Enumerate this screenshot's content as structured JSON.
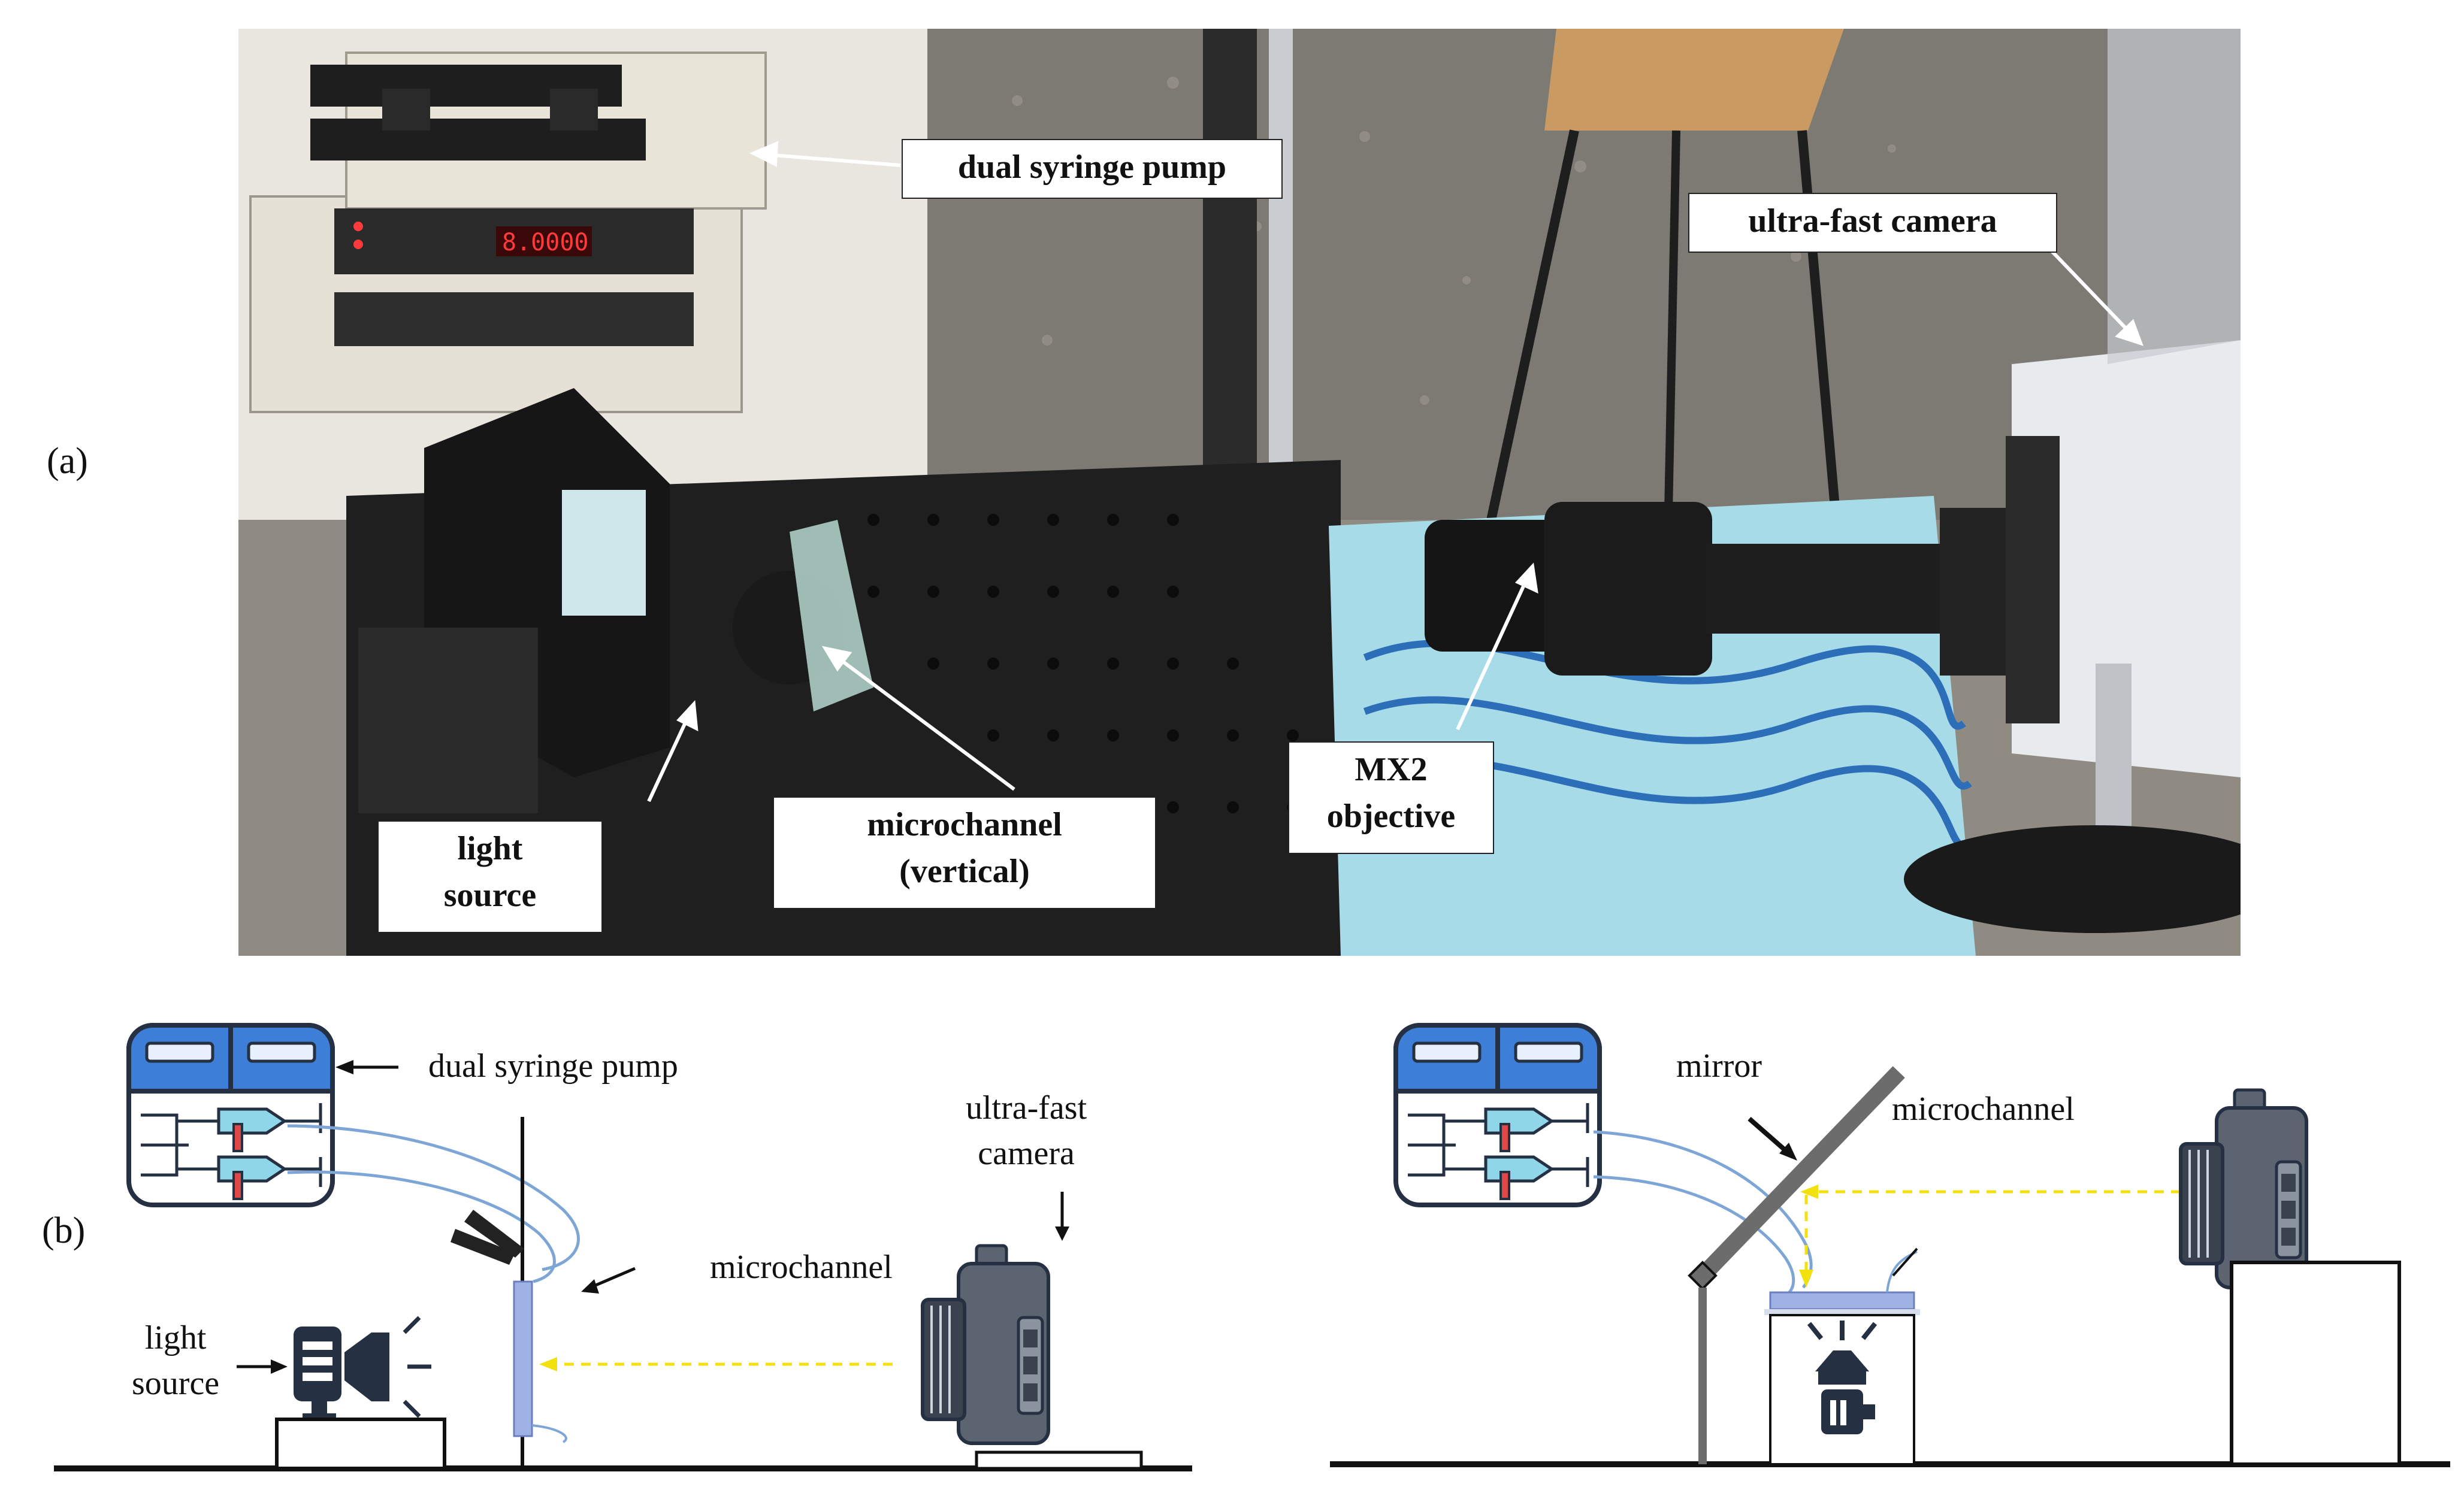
{
  "panels": {
    "a": {
      "label": "(a)"
    },
    "b": {
      "label": "(b)"
    }
  },
  "photo": {
    "callouts": {
      "pump": "dual syringe pump",
      "camera": "ultra-fast camera",
      "objective_line1": "MX2",
      "objective_line2": "objective",
      "light_line1": "light",
      "light_line2": "source",
      "channel_line1": "microchannel",
      "channel_line2": "(vertical)"
    },
    "pump_display": "8.0000"
  },
  "schematic_left": {
    "pump": "dual syringe pump",
    "camera_line1": "ultra-fast",
    "camera_line2": "camera",
    "channel": "microchannel",
    "light_line1": "light",
    "light_line2": "source"
  },
  "schematic_right": {
    "mirror": "mirror",
    "channel": "microchannel"
  },
  "colors": {
    "pump_blue": "#3d7fd6",
    "syringe_cyan": "#8fd6e8",
    "plunger_red": "#e04848",
    "beam_yellow": "#f2e10f",
    "camera_gray": "#5b6470",
    "channel_lavender": "#9fb2e6"
  }
}
